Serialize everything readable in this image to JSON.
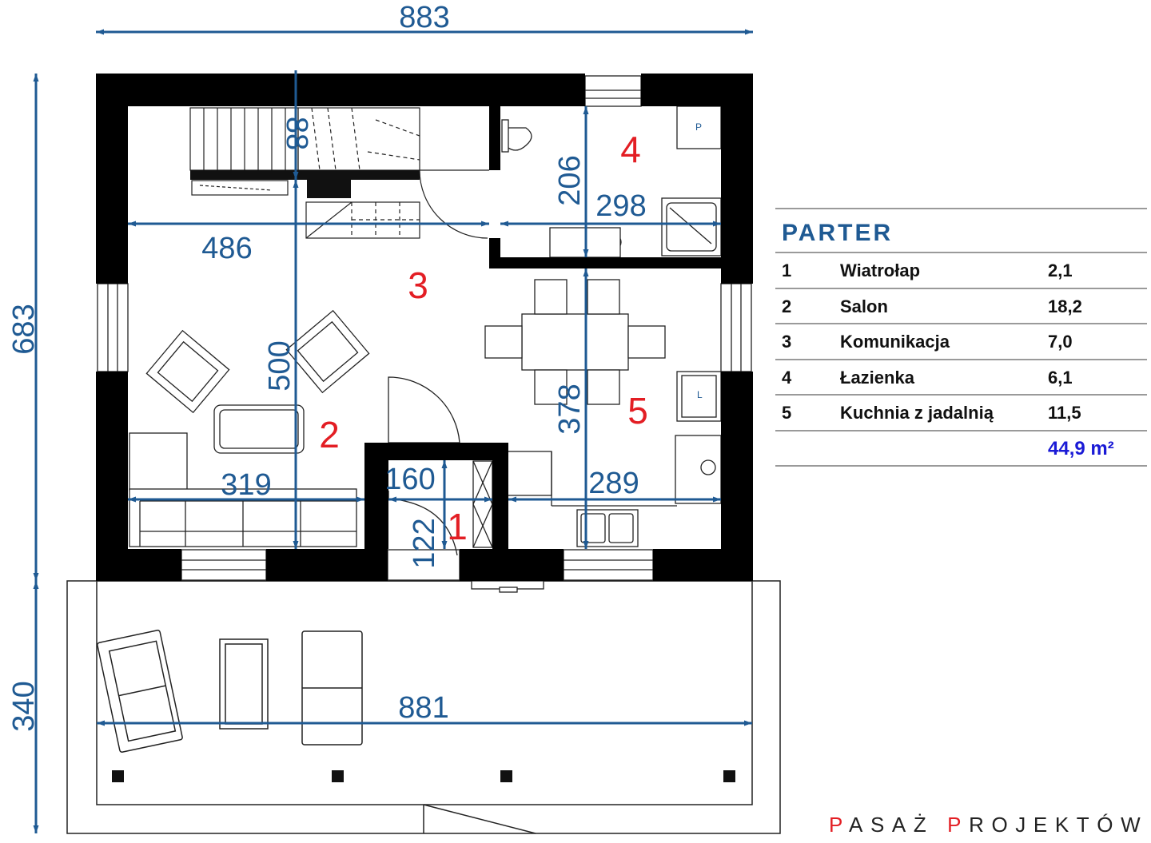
{
  "dimensions": {
    "total_width": "883",
    "total_height": "683",
    "terrace_depth": "340",
    "terrace_width": "881",
    "stair_width": "486",
    "stair_depth": "88",
    "salon_depth": "500",
    "salon_width": "319",
    "vestibule_width": "160",
    "vestibule_depth": "122",
    "kitchen_width": "289",
    "kitchen_depth": "378",
    "bathroom_width": "298",
    "bathroom_depth": "206"
  },
  "rooms": [
    "1",
    "2",
    "3",
    "4",
    "5"
  ],
  "fixtures": {
    "boiler_label": "P",
    "fridge_label": "L"
  },
  "legend": {
    "title": "PARTER",
    "rows": [
      {
        "num": "1",
        "name": "Wiatrołap",
        "area": "2,1"
      },
      {
        "num": "2",
        "name": "Salon",
        "area": "18,2"
      },
      {
        "num": "3",
        "name": "Komunikacja",
        "area": "7,0"
      },
      {
        "num": "4",
        "name": "Łazienka",
        "area": "6,1"
      },
      {
        "num": "5",
        "name": "Kuchnia z jadalnią",
        "area": "11,5"
      }
    ],
    "total": "44,9 m²"
  },
  "brand": {
    "p1": "P",
    "r1": "ASAŻ ",
    "p2": "P",
    "r2": "ROJEKTÓW"
  },
  "colors": {
    "dimension": "#1f5a93",
    "room_number": "#e31e24",
    "wall": "#000000",
    "total": "#1a1ad6"
  }
}
